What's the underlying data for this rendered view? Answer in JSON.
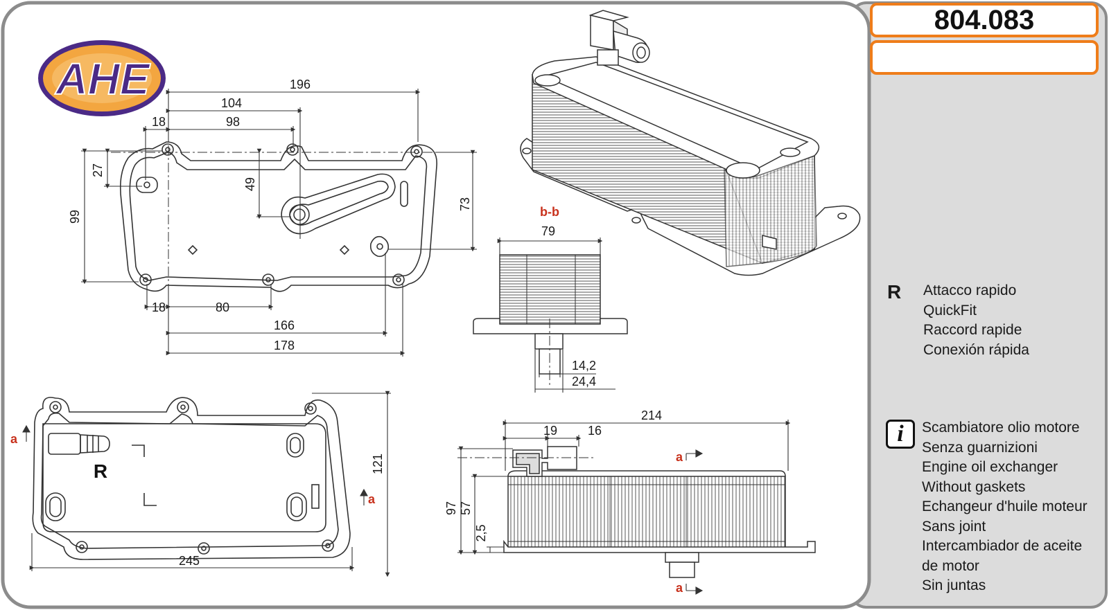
{
  "header": {
    "part_number": "804.083",
    "sub_label": ""
  },
  "logo": {
    "text": "AHE",
    "colors": {
      "ring": "#4b2a86",
      "fill": "#f3a640",
      "text": "#4b2a86"
    }
  },
  "colors": {
    "panel_bg": "#dcdcdc",
    "frame_border": "#8c8c8c",
    "accent": "#ef7d1a",
    "section_marker": "#c8311c",
    "line": "#333333"
  },
  "legend": {
    "quick_connector": {
      "key": "R",
      "lines": [
        "Attacco rapido",
        "QuickFit",
        "Raccord rapide",
        "Conexión rápida"
      ]
    },
    "info": {
      "icon": "info-icon",
      "lines": [
        "Scambiatore olio motore",
        "Senza guarnizioni",
        "Engine oil exchanger",
        "Without gaskets",
        "Echangeur d'huile moteur",
        "Sans joint",
        "Intercambiador de aceite",
        "de motor",
        "Sin juntas"
      ]
    }
  },
  "drawing": {
    "top_view": {
      "dims": [
        "196",
        "104",
        "18",
        "98",
        "27",
        "49",
        "99",
        "73",
        "18",
        "80",
        "166",
        "178"
      ]
    },
    "section_view": {
      "label": "b-b",
      "dims": [
        "79",
        "14,2",
        "24,4"
      ]
    },
    "bottom_view": {
      "marker": "R",
      "section_marks": [
        "a",
        "a"
      ],
      "dims": [
        "121",
        "245"
      ]
    },
    "side_view": {
      "section_marks": [
        "a",
        "a"
      ],
      "dims": [
        "214",
        "19",
        "16",
        "97",
        "57",
        "2,5"
      ]
    }
  }
}
